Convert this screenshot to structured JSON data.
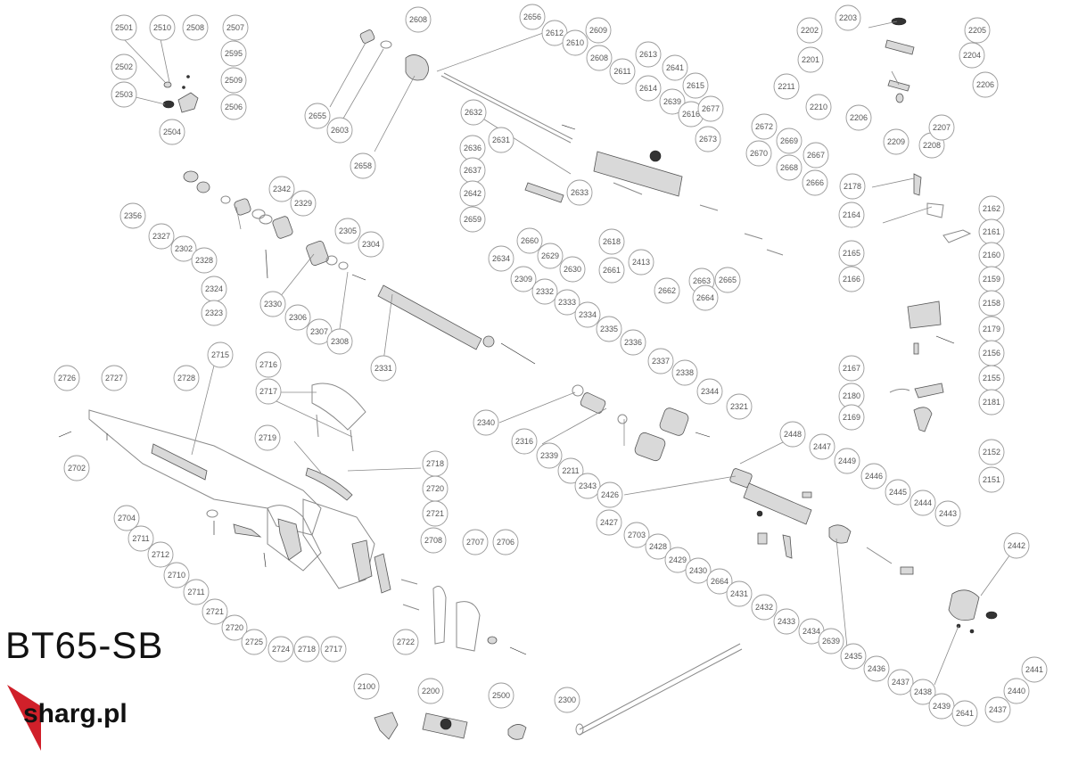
{
  "model": "BT65-SB",
  "brand": {
    "name": "sharg.pl",
    "text_color": "#111111",
    "accent_color": "#d0202a"
  },
  "diagram": {
    "type": "exploded-parts-diagram",
    "callouts": [
      "2501",
      "2510",
      "2508",
      "2507",
      "2595",
      "2502",
      "2509",
      "2503",
      "2506",
      "2504",
      "2608",
      "2655",
      "2603",
      "2658",
      "2656",
      "2612",
      "2610",
      "2609",
      "2608",
      "2611",
      "2613",
      "2641",
      "2614",
      "2615",
      "2639",
      "2616",
      "2632",
      "2677",
      "2672",
      "2673",
      "2669",
      "2670",
      "2668",
      "2667",
      "2666",
      "2636",
      "2631",
      "2637",
      "2633",
      "2642",
      "2659",
      "2634",
      "2660",
      "2629",
      "2630",
      "2618",
      "2661",
      "2413",
      "2662",
      "2663",
      "2664",
      "2665",
      "2203",
      "2202",
      "2205",
      "2201",
      "2204",
      "2206",
      "2211",
      "2210",
      "2206",
      "2209",
      "2208",
      "2207",
      "2178",
      "2164",
      "2162",
      "2161",
      "2165",
      "2160",
      "2166",
      "2159",
      "2158",
      "2179",
      "2156",
      "2167",
      "2155",
      "2180",
      "2181",
      "2169",
      "2152",
      "2151",
      "2356",
      "2327",
      "2342",
      "2329",
      "2302",
      "2328",
      "2305",
      "2304",
      "2324",
      "2330",
      "2306",
      "2323",
      "2307",
      "2308",
      "2331",
      "2309",
      "2332",
      "2333",
      "2334",
      "2335",
      "2340",
      "2336",
      "2337",
      "2338",
      "2344",
      "2321",
      "2316",
      "2339",
      "2211",
      "2343",
      "2426",
      "2715",
      "2726",
      "2727",
      "2728",
      "2716",
      "2717",
      "2702",
      "2719",
      "2718",
      "2720",
      "2721",
      "2704",
      "2711",
      "2712",
      "2710",
      "2711",
      "2721",
      "2720",
      "2725",
      "2724",
      "2718",
      "2717",
      "2722",
      "2708",
      "2707",
      "2706",
      "2448",
      "2447",
      "2449",
      "2446",
      "2445",
      "2444",
      "2443",
      "2442",
      "2427",
      "2703",
      "2428",
      "2429",
      "2430",
      "2664",
      "2431",
      "2432",
      "2433",
      "2434",
      "2639",
      "2435",
      "2436",
      "2437",
      "2438",
      "2439",
      "2641",
      "2437",
      "2440",
      "2441",
      "2100",
      "2200",
      "2500",
      "2300"
    ]
  }
}
